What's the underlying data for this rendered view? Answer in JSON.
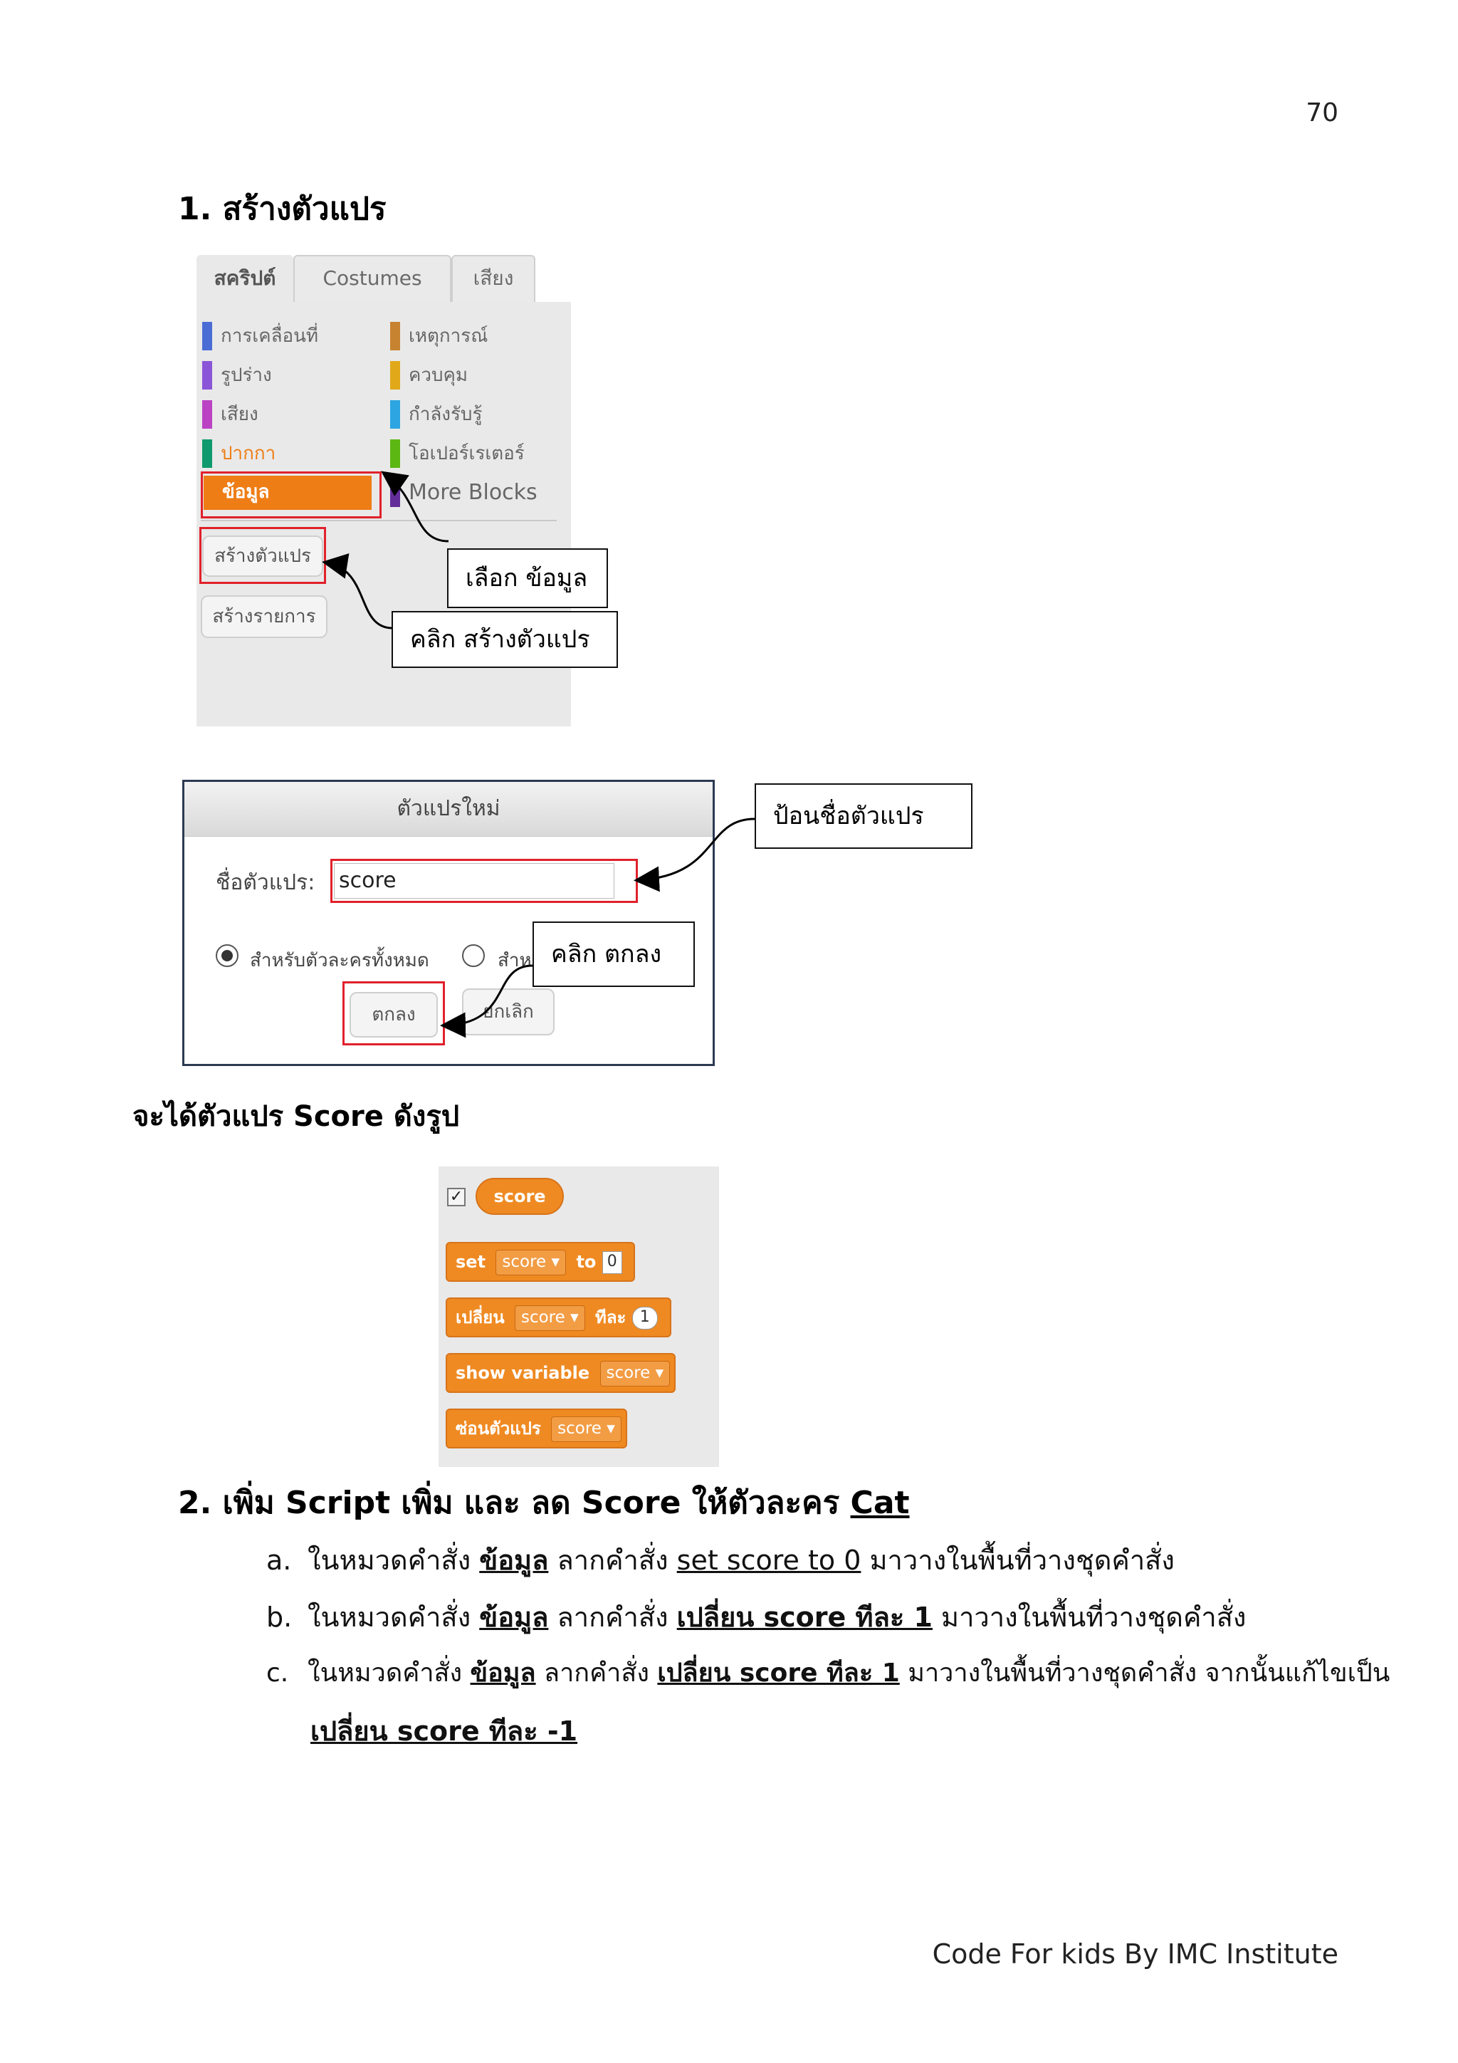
{
  "page_number": "70",
  "section1_title": "1.  สร้างตัวแปร",
  "palette": {
    "tabs": [
      "สคริปต์",
      "Costumes",
      "เสียง"
    ],
    "categories_left": [
      "การเคลื่อนที่",
      "รูปร่าง",
      "เสียง",
      "ปากกา",
      "ข้อมูล"
    ],
    "categories_right": [
      "เหตุการณ์",
      "ควบคุม",
      "กำลังรับรู้",
      "โอเปอร์เรเตอร์",
      "More Blocks"
    ],
    "colors": {
      "motion": "#4a6cd4",
      "looks": "#8a55d7",
      "sound": "#bb42c3",
      "pen": "#0e9a6c",
      "data": "#ee7d16",
      "events": "#c88330",
      "control": "#e1a91a",
      "sensing": "#2ca5e2",
      "operators": "#5cb712",
      "more": "#632d99"
    },
    "make_variable_button": "สร้างตัวแปร",
    "make_list_button": "สร้างรายการ",
    "callout_select_data": "เลือก ข้อมูล",
    "callout_click_make_variable": "คลิก สร้างตัวแปร"
  },
  "dialog": {
    "title": "ตัวแปรใหม่",
    "name_label": "ชื่อตัวแปร:",
    "name_value": "score",
    "option_all_sprites": "สำหรับตัวละครทั้งหมด",
    "option_this_sprite": "สำห",
    "ok_button": "ตกลง",
    "cancel_button": "ยกเลิก",
    "callout_enter_name": "ป้อนชื่อตัวแปร",
    "callout_click_ok": "คลิก ตกลง"
  },
  "result_caption": "จะได้ตัวแปร Score ดังรูป",
  "blocks": {
    "reporter": "score",
    "set": {
      "kw": "set",
      "var": "score",
      "to": "to",
      "value": "0"
    },
    "change": {
      "kw": "เปลี่ยน",
      "var": "score",
      "by": "ทีละ",
      "value": "1"
    },
    "show": {
      "kw": "show variable",
      "var": "score"
    },
    "hide": {
      "kw": "ซ่อนตัวแปร",
      "var": "score"
    }
  },
  "section2_title": "2.  เพิ่ม Script เพิ่ม และ ลด Score ให้ตัวละคร ",
  "section2_cat": "Cat",
  "steps": [
    {
      "marker": "a.",
      "pre": "ในหมวดคำสั่ง ",
      "cat": "ข้อมูล",
      "mid": " ลากคำสั่ง ",
      "cmd": "set score to 0",
      "post": " มาวางในพื้นที่วางชุดคำสั่ง"
    },
    {
      "marker": "b.",
      "pre": "ในหมวดคำสั่ง ",
      "cat": "ข้อมูล",
      "mid": " ลากคำสั่ง ",
      "cmd": "เปลี่ยน score ทีละ 1",
      "post": " มาวางในพื้นที่วางชุดคำสั่ง"
    },
    {
      "marker": "c.",
      "pre": "ในหมวดคำสั่ง ",
      "cat": "ข้อมูล",
      "mid": " ลากคำสั่ง ",
      "cmd": "เปลี่ยน score ทีละ 1",
      "post": " มาวางในพื้นที่วางชุดคำสั่ง จากนั้นแก้ไขเป็น",
      "cont": "เปลี่ยน score ทีละ -1"
    }
  ],
  "footer": "Code For kids By IMC Institute"
}
